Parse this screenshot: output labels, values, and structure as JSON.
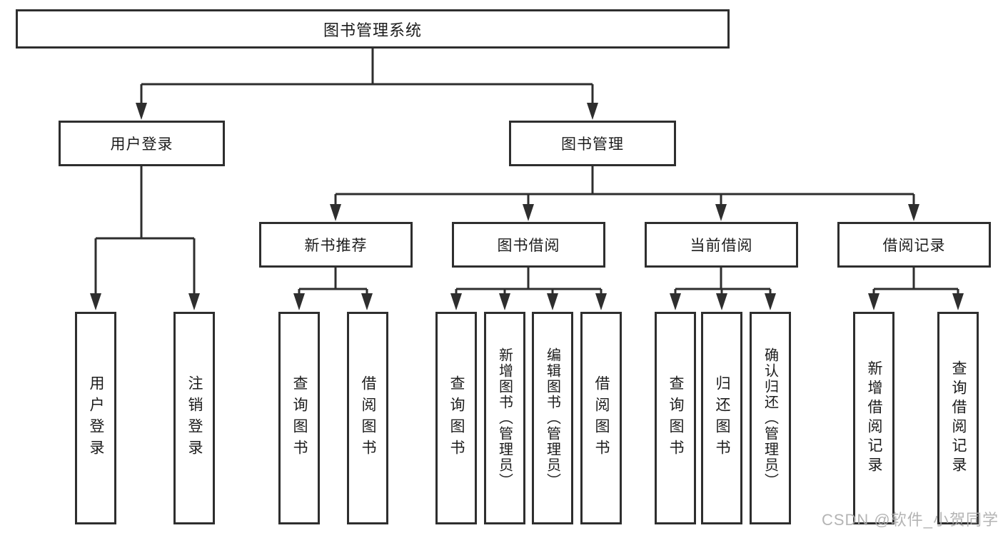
{
  "diagram": {
    "root": {
      "label": "图书管理系统"
    },
    "level2": {
      "user_login": "用户登录",
      "book_management": "图书管理"
    },
    "level3": {
      "new_book_recommend": "新书推荐",
      "book_borrow": "图书借阅",
      "current_borrow": "当前借阅",
      "borrow_records": "借阅记录"
    },
    "leaves": {
      "user_login": [
        "用户登录",
        "注销登录"
      ],
      "new_book_recommend": [
        "查询图书",
        "借阅图书"
      ],
      "book_borrow": [
        "查询图书",
        "新增图书（管理员）",
        "编辑图书（管理员）",
        "借阅图书"
      ],
      "current_borrow": [
        "查询图书",
        "归还图书",
        "确认归还（管理员）"
      ],
      "borrow_records": [
        "新增借阅记录",
        "查询借阅记录"
      ]
    }
  },
  "watermark": "CSDN @软件_小贺同学",
  "colors": {
    "line": "#2e2e2e",
    "text": "#1c1c1c",
    "watermark": "#acacac",
    "background": "#ffffff"
  }
}
